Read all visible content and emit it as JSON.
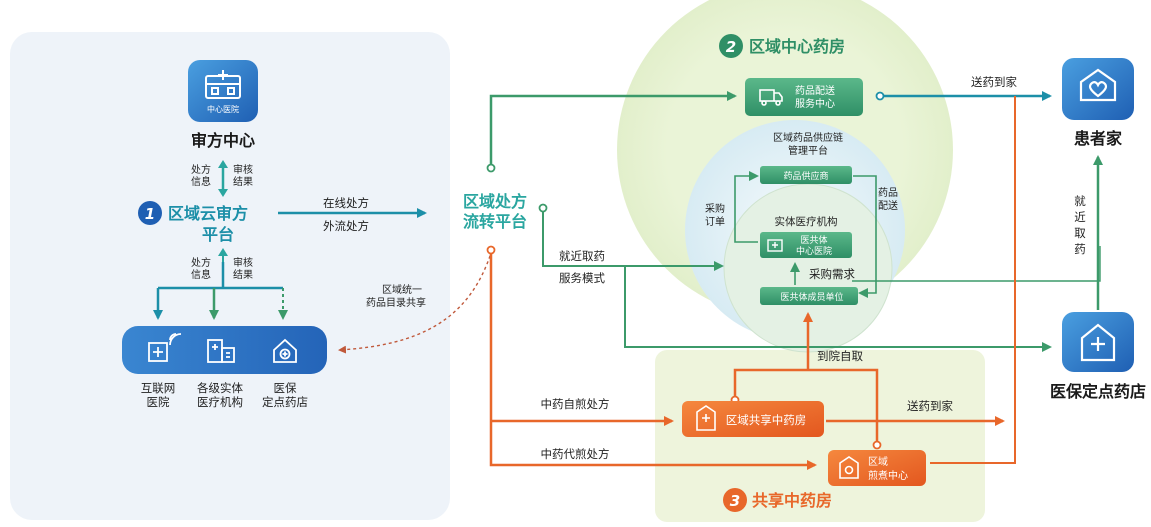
{
  "left_panel": {
    "review_center": {
      "title": "审方中心",
      "icon_caption": "中心医院",
      "icon": "hospital-icon"
    },
    "up_labels": {
      "left": [
        "处方",
        "信息"
      ],
      "right": [
        "审核",
        "结果"
      ]
    },
    "cloud_review": {
      "badge": "1",
      "title_line1": "区域云审方",
      "title_line2": "平台"
    },
    "down_labels": {
      "left": [
        "处方",
        "信息"
      ],
      "right": [
        "审核",
        "结果"
      ]
    },
    "shared_catalog_label": [
      "区域统一",
      "药品目录共享"
    ],
    "institutions": [
      {
        "icon": "internet-hospital-icon",
        "label": [
          "互联网",
          "医院"
        ]
      },
      {
        "icon": "physical-institution-icon",
        "label": [
          "各级实体",
          "医疗机构"
        ]
      },
      {
        "icon": "insurance-pharmacy-icon",
        "label": [
          "医保",
          "定点药店"
        ]
      }
    ]
  },
  "flow_labels": {
    "online_rx": "在线处方",
    "outflow_rx": "外流处方"
  },
  "rx_platform": {
    "line1": "区域处方",
    "line2": "流转平台"
  },
  "nearby_pickup": [
    "就近取药",
    "服务模式"
  ],
  "region_center": {
    "badge": "2",
    "title": "区域中心药房",
    "delivery_center": [
      "药品配送",
      "服务中心"
    ],
    "supply_chain_title": [
      "区域药品供应链",
      "管理平台"
    ],
    "supplier": "药品供应商",
    "purchase_order": [
      "采购",
      "订单"
    ],
    "drug_delivery": [
      "药品",
      "配送"
    ],
    "physical_institution_title": "实体医疗机构",
    "consortium_center": [
      "医共体",
      "中心医院"
    ],
    "purchase_demand": "采购需求",
    "member_unit": "医共体成员单位"
  },
  "home_delivery_top": "送药到家",
  "patient_home": {
    "label": "患者家",
    "icon": "home-heart-icon"
  },
  "nearby_vertical": [
    "就",
    "近",
    "取",
    "药"
  ],
  "pharmacy": {
    "label": "医保定点药店",
    "icon": "pharmacy-plus-icon"
  },
  "hospital_pickup": "到院自取",
  "shared_tcm": {
    "badge": "3",
    "title": "共享中药房",
    "tcm_self_decoct": "中药自煎处方",
    "tcm_proxy_decoct": "中药代煎处方",
    "shared_pharmacy_box": "区域共享中药房",
    "decoction_center": [
      "区域",
      "煎煮中心"
    ],
    "home_delivery": "送药到家"
  },
  "colors": {
    "teal": "#1c8fa8",
    "green": "#3c9a6a",
    "orange": "#e8672a",
    "blue": "#2f6fb5"
  }
}
